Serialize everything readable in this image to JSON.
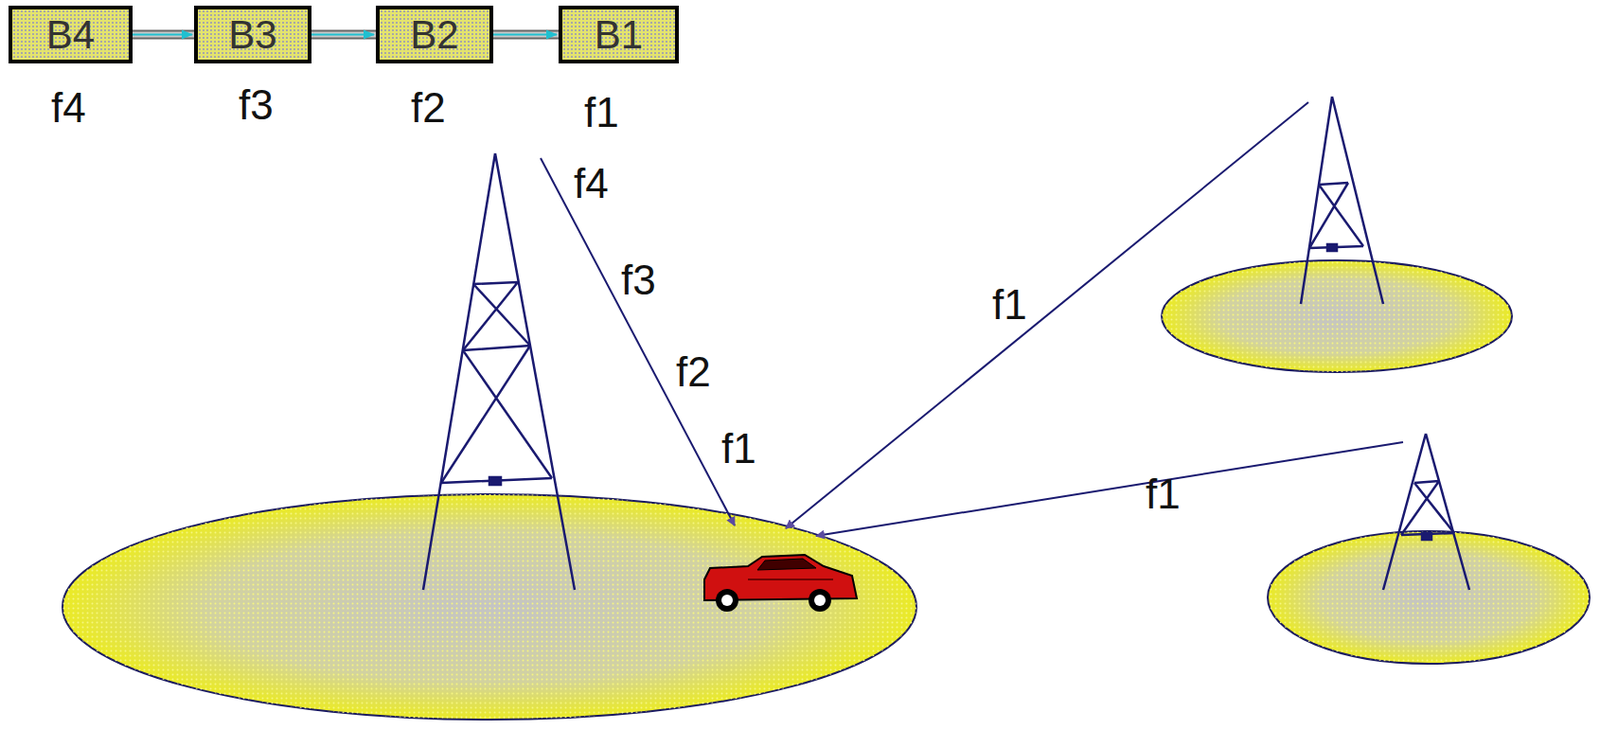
{
  "diagram": {
    "nodes": [
      {
        "text": [
          "B4"
        ]
      },
      {
        "text": [
          "B3"
        ]
      },
      {
        "text": [
          "B2"
        ]
      },
      {
        "text": [
          "B1"
        ]
      }
    ],
    "edges": [
      {
        "from": 0,
        "to": 1,
        "arrow": "to"
      },
      {
        "from": 1,
        "to": 2,
        "arrow": "to"
      },
      {
        "from": 2,
        "to": 3,
        "arrow": "to"
      }
    ],
    "labels": [
      "f4",
      "f3",
      "f2",
      "f1",
      "f4",
      "f3",
      "f2",
      "f1",
      "f1",
      "f1"
    ]
  }
}
